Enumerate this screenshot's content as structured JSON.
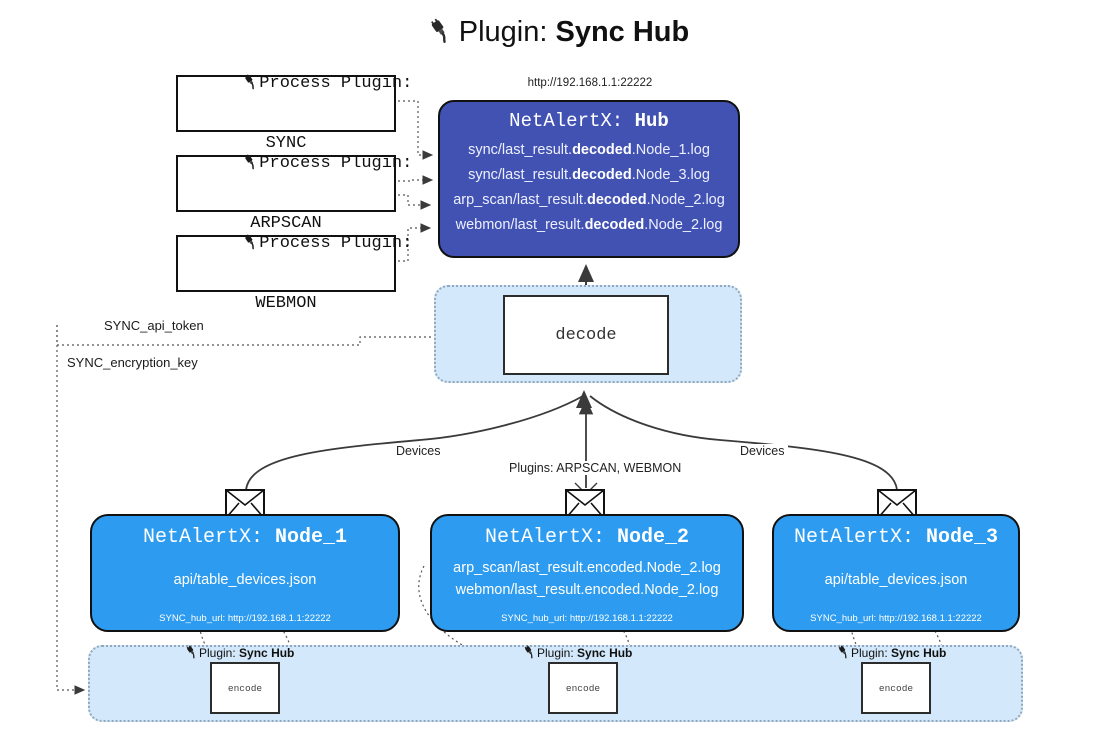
{
  "title": {
    "icon": "plug-icon",
    "prefix": "Plugin:",
    "name": "Sync Hub"
  },
  "hub_url_label": "http://192.168.1.1:22222",
  "process_plugins": [
    {
      "line1": "Process Plugin:",
      "line2": "SYNC",
      "icon": "plug-icon"
    },
    {
      "line1": "Process Plugin:",
      "line2": "ARPSCAN",
      "icon": "plug-icon"
    },
    {
      "line1": "Process Plugin:",
      "line2": "WEBMON",
      "icon": "plug-icon"
    }
  ],
  "hub": {
    "title_prefix": "NetAlertX:",
    "title_name": "Hub",
    "logs": [
      {
        "pre": "sync/last_result.",
        "em": "decoded",
        "post": ".Node_1.log"
      },
      {
        "pre": "sync/last_result.",
        "em": "decoded",
        "post": ".Node_3.log"
      },
      {
        "pre": "arp_scan/last_result.",
        "em": "decoded",
        "post": ".Node_2.log"
      },
      {
        "pre": "webmon/last_result.",
        "em": "decoded",
        "post": ".Node_2.log"
      }
    ]
  },
  "decode": {
    "label": "decode"
  },
  "keys": {
    "api_token": "SYNC_api_token",
    "encryption_key": "SYNC_encryption_key"
  },
  "flow_labels": {
    "devices_left": "Devices",
    "devices_right": "Devices",
    "plugins_center": "Plugins: ARPSCAN, WEBMON"
  },
  "nodes": [
    {
      "title_prefix": "NetAlertX:",
      "title_name": "Node_1",
      "lines": [
        {
          "pre": "api/table_devices.json",
          "em": "",
          "post": ""
        }
      ],
      "url": "SYNC_hub_url: http://192.168.1.1:22222",
      "icon": "envelope-icon"
    },
    {
      "title_prefix": "NetAlertX:",
      "title_name": "Node_2",
      "lines": [
        {
          "pre": "arp_scan/last_result.encoded.Node_2.log",
          "em": "",
          "post": ""
        },
        {
          "pre": "webmon/last_result.encoded.Node_2.log",
          "em": "",
          "post": ""
        }
      ],
      "url": "SYNC_hub_url: http://192.168.1.1:22222",
      "icon": "envelope-icon"
    },
    {
      "title_prefix": "NetAlertX:",
      "title_name": "Node_3",
      "lines": [
        {
          "pre": "api/table_devices.json",
          "em": "",
          "post": ""
        }
      ],
      "url": "SYNC_hub_url: http://192.168.1.1:22222",
      "icon": "envelope-icon"
    }
  ],
  "plugin_tags": [
    {
      "prefix": "Plugin:",
      "name": "Sync Hub"
    },
    {
      "prefix": "Plugin:",
      "name": "Sync Hub"
    },
    {
      "prefix": "Plugin:",
      "name": "Sync Hub"
    }
  ],
  "encode_boxes": [
    {
      "label": "encode"
    },
    {
      "label": "encode"
    },
    {
      "label": "encode"
    }
  ],
  "colors": {
    "hub_fill": "#4152b3",
    "node_fill": "#2d9cf0",
    "panel_fill": "#d3e8fa",
    "panel_border": "#8fa8bd",
    "stroke": "#111111",
    "white": "#ffffff"
  }
}
